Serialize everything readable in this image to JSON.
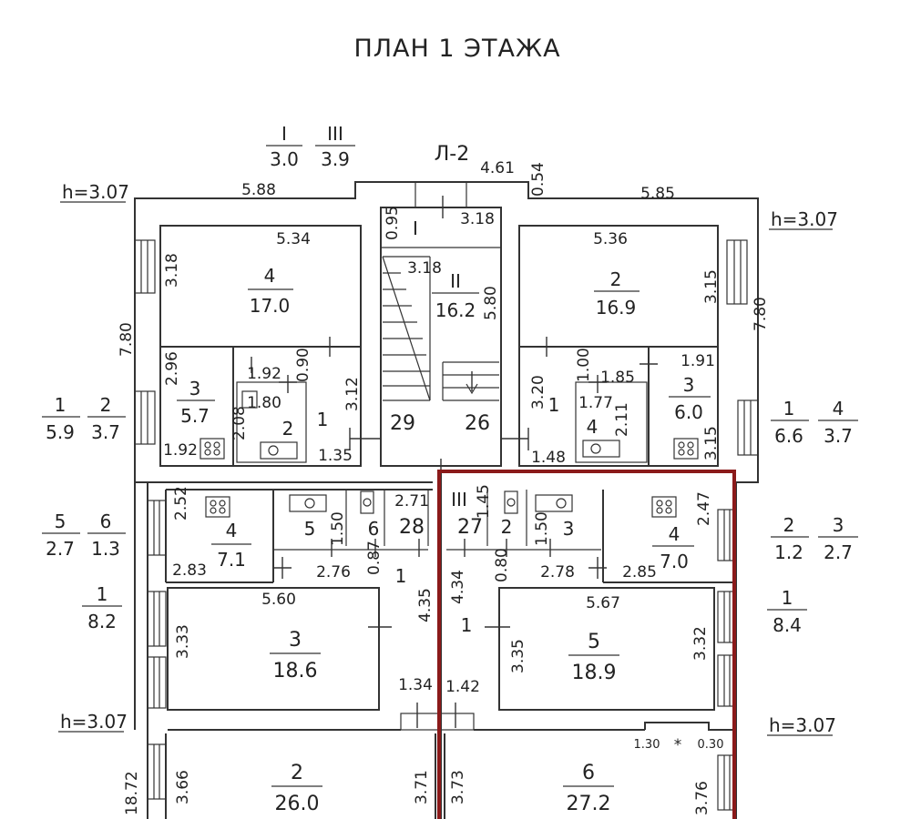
{
  "title": "ПЛАН 1 ЭТАЖА",
  "heights": [
    "h=3.07",
    "h=3.07",
    "h=3.07",
    "h=3.07"
  ],
  "stair_label": "Л-2",
  "left_labels": [
    {
      "n": "1",
      "v": "5.9"
    },
    {
      "n": "2",
      "v": "3.7"
    },
    {
      "n": "5",
      "v": "2.7"
    },
    {
      "n": "6",
      "v": "1.3"
    },
    {
      "n": "1",
      "v": "8.2"
    }
  ],
  "right_labels": [
    {
      "n": "1",
      "v": "6.6"
    },
    {
      "n": "4",
      "v": "3.7"
    },
    {
      "n": "2",
      "v": "1.2"
    },
    {
      "n": "3",
      "v": "2.7"
    },
    {
      "n": "1",
      "v": "8.4"
    }
  ],
  "top_labels": [
    {
      "n": "I",
      "v": "3.0"
    },
    {
      "n": "III",
      "v": "3.9"
    }
  ],
  "rooms": [
    {
      "n": "4",
      "a": "17.0"
    },
    {
      "n": "II",
      "a": "16.2"
    },
    {
      "n": "2",
      "a": "16.9"
    },
    {
      "n": "3",
      "a": "5.7"
    },
    {
      "n": "3",
      "a": "6.0"
    },
    {
      "n": "4",
      "a": "7.1"
    },
    {
      "n": "4",
      "a": "7.0"
    },
    {
      "n": "3",
      "a": "18.6"
    },
    {
      "n": "5",
      "a": "18.9"
    },
    {
      "n": "2",
      "a": "26.0"
    },
    {
      "n": "6",
      "a": "27.2"
    }
  ],
  "room_numbers": [
    "I",
    "2",
    "1",
    "29",
    "26",
    "1",
    "4",
    "5",
    "6",
    "28",
    "III",
    "27",
    "2",
    "3",
    "1",
    "1"
  ],
  "dims": [
    "5.88",
    "4.61",
    "0.54",
    "5.85",
    "0.95",
    "3.18",
    "3.18",
    "5.80",
    "5.34",
    "3.18",
    "7.80",
    "5.36",
    "3.15",
    "7.80",
    "2.96",
    "1.92",
    "0.90",
    "1.80",
    "2.08",
    "3.12",
    "1.92",
    "1.35",
    "3.20",
    "1.00",
    "1.91",
    "1.85",
    "1.77",
    "2.11",
    "3.15",
    "1.48",
    "2.52",
    "2.71",
    "1.45",
    "2.47",
    "1.50",
    "0.87",
    "1.50",
    "0.80",
    "2.83",
    "2.76",
    "2.78",
    "2.85",
    "5.60",
    "4.35",
    "4.34",
    "5.67",
    "3.33",
    "3.35",
    "3.32",
    "1.34",
    "1.42",
    "1.30",
    "0.30",
    "18.72",
    "3.66",
    "3.71",
    "3.73",
    "3.76"
  ]
}
